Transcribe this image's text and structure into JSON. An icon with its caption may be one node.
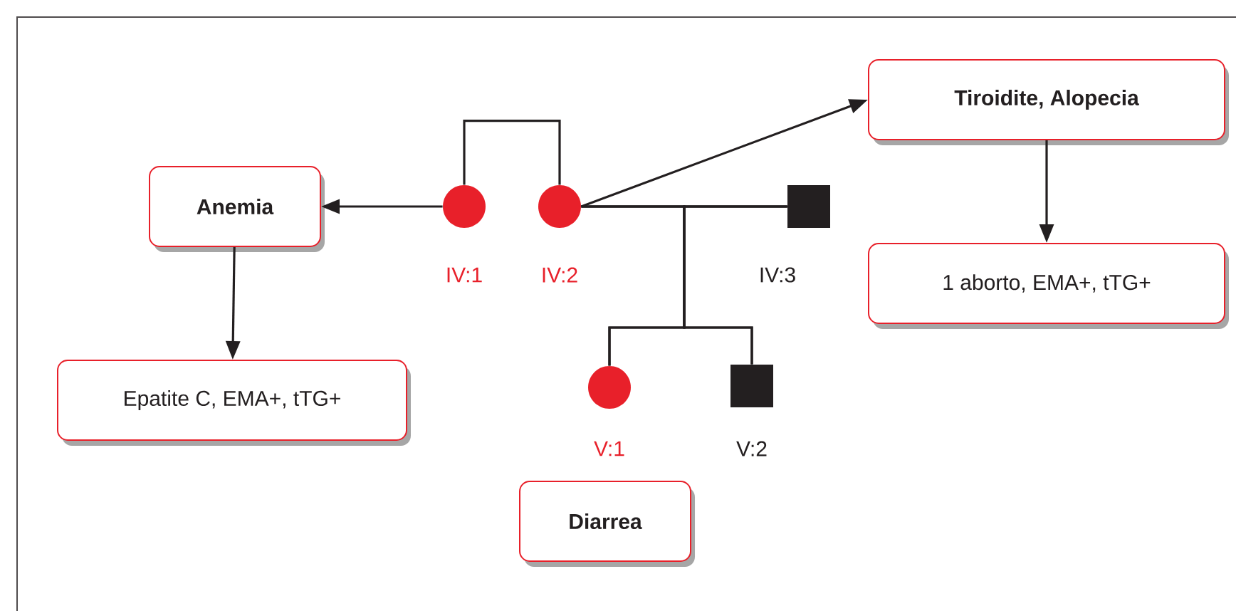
{
  "diagram": {
    "nodes": [
      {
        "text": [
          "Anemia"
        ]
      },
      {
        "text": [
          "Epatite C, EMA+, tTG+"
        ]
      },
      {
        "text": [
          "Tiroidite, Alopecia"
        ]
      },
      {
        "text": [
          "1 aborto, EMA+, tTG+"
        ]
      },
      {
        "text": [
          "Diarrea"
        ]
      },
      {
        "text": [],
        "shape": "circle",
        "beside": [
          "IV:1"
        ]
      },
      {
        "text": [],
        "shape": "circle",
        "beside": [
          "IV:2"
        ]
      },
      {
        "text": [],
        "shape": "box",
        "beside": [
          "IV:3"
        ]
      },
      {
        "text": [],
        "shape": "circle",
        "beside": [
          "V:1"
        ]
      },
      {
        "text": [],
        "shape": "box",
        "beside": [
          "V:2"
        ]
      }
    ],
    "edges": [
      {
        "from": 5,
        "to": 0,
        "arrow": "to"
      },
      {
        "from": 0,
        "to": 1,
        "arrow": "to"
      },
      {
        "from": 6,
        "to": 2,
        "arrow": "to"
      },
      {
        "from": 2,
        "to": 3,
        "arrow": "to"
      },
      {
        "from": 5,
        "to": 6,
        "arrow": "none"
      },
      {
        "from": 6,
        "to": 7,
        "arrow": "none"
      },
      {
        "from": 6,
        "to": 8,
        "arrow": "none"
      },
      {
        "from": 7,
        "to": 8,
        "arrow": "none"
      },
      {
        "from": 6,
        "to": 9,
        "arrow": "none"
      },
      {
        "from": 7,
        "to": 9,
        "arrow": "none"
      }
    ]
  }
}
